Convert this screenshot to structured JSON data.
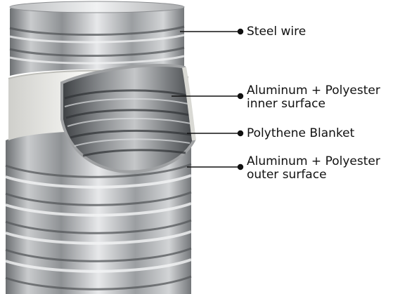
{
  "labels": {
    "steel_wire": "Steel wire",
    "inner_surface": "Aluminum + Polyester\ninner surface",
    "polythene_blanket": "Polythene Blanket",
    "outer_surface": "Aluminum + Polyester\nouter surface"
  },
  "colors": {
    "background": "#ffffff",
    "leader_line": "#111111",
    "foil_dark": "#5a5d60",
    "foil_mid": "#9a9da0",
    "foil_light": "#e4e6e8",
    "blanket": "#eeeeea"
  }
}
